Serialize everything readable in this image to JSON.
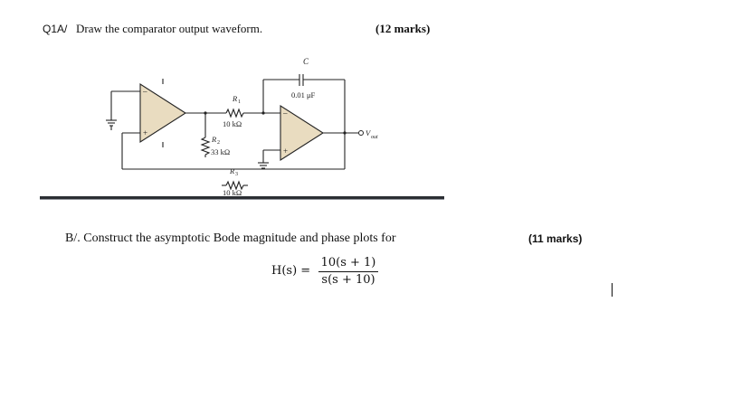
{
  "q1": {
    "number": "Q1A/",
    "prompt": "Draw the comparator output waveform.",
    "marks": "(12 marks)"
  },
  "circuit": {
    "c_label": "C",
    "c_value": "0.01 μF",
    "r1_label": "R",
    "r1_sub": "1",
    "r1_value": "10 kΩ",
    "r2_label": "R",
    "r2_sub": "2",
    "r2_value": "33 kΩ",
    "r3_label": "R",
    "r3_sub": "3",
    "r3_value": "10 kΩ",
    "vout_label": "V",
    "vout_sub": "out"
  },
  "q1b": {
    "prompt": "B/. Construct the asymptotic Bode magnitude and phase plots for",
    "marks": "(11 marks)",
    "equation": {
      "lhs": "H(s) =",
      "numerator": "10(s + 1)",
      "denominator": "s(s + 10)"
    }
  }
}
